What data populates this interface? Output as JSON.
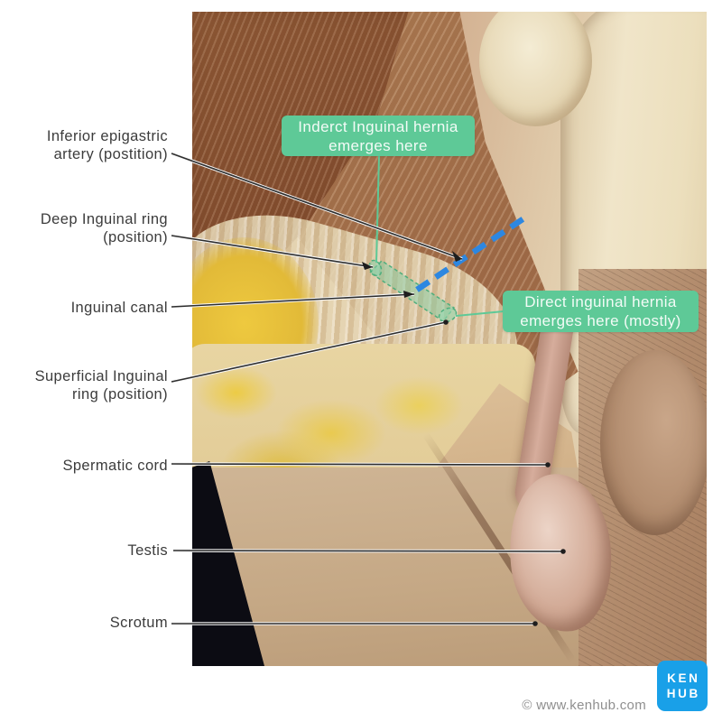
{
  "annotations": {
    "labels": [
      {
        "lines": [
          "Inferior epigastric",
          "artery (postition)"
        ]
      },
      {
        "lines": [
          "Deep Inguinal ring",
          "(position)"
        ]
      },
      {
        "lines": [
          "Inguinal canal"
        ]
      },
      {
        "lines": [
          "Superficial Inguinal",
          "ring (position)"
        ]
      },
      {
        "lines": [
          "Spermatic cord"
        ]
      },
      {
        "lines": [
          "Testis"
        ]
      },
      {
        "lines": [
          "Scrotum"
        ]
      }
    ],
    "callouts": [
      {
        "lines": [
          "Inderct Inguinal hernia",
          "emerges here"
        ]
      },
      {
        "lines": [
          "Direct inguinal hernia",
          "emerges here (mostly)"
        ]
      }
    ]
  },
  "branding": {
    "logo_line1": "KEN",
    "logo_line2": "HUB",
    "copyright": "© www.kenhub.com"
  },
  "colors": {
    "callout_green": "#5ec997",
    "highlight_band_green": "#86ceA5",
    "dashed_blue": "#2d87e1",
    "logo_blue": "#19a0e8",
    "label_text": "#3c3c3c",
    "copyright_gray": "#8f8f8f"
  }
}
